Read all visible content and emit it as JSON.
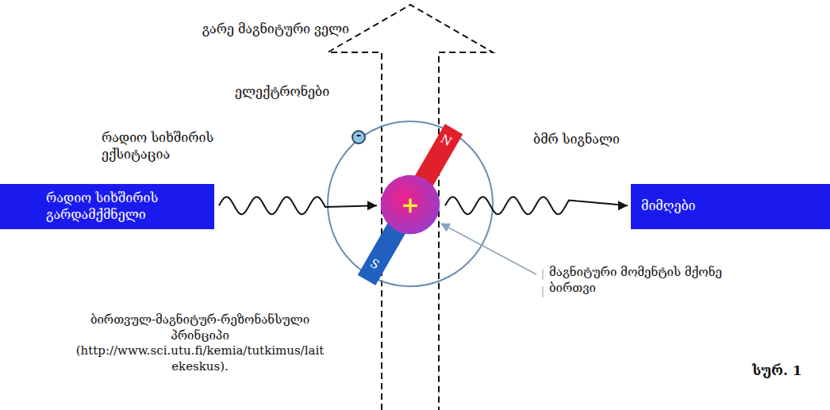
{
  "diagram": {
    "caption": "ბირთვულ-მაგნიტურ-რეზონანსული პრინციპი (http://www.sci.utu.fi/kemia/tutkimus/laitekeskus).",
    "nodes": [
      {
        "text": [
          "რადიო სიხშირის გარდამქმნელი"
        ]
      },
      {
        "text": [
          "+"
        ]
      },
      {
        "text": [
          "მიმღები"
        ]
      }
    ],
    "edges": [
      {
        "from": 0,
        "to": 1,
        "arrow": "to",
        "label": "რადიო სიხშირის ექსიტაცია"
      },
      {
        "from": 1,
        "to": 2,
        "arrow": "to",
        "label": "ბმრ სიგნალი"
      }
    ],
    "labels": [
      "გარე მაგნიტური ველი",
      "ელექტრონები",
      "-",
      "N",
      "S",
      "მაგნიტური მომენტის მქონე ბირთვი",
      "სურ. 1"
    ]
  }
}
